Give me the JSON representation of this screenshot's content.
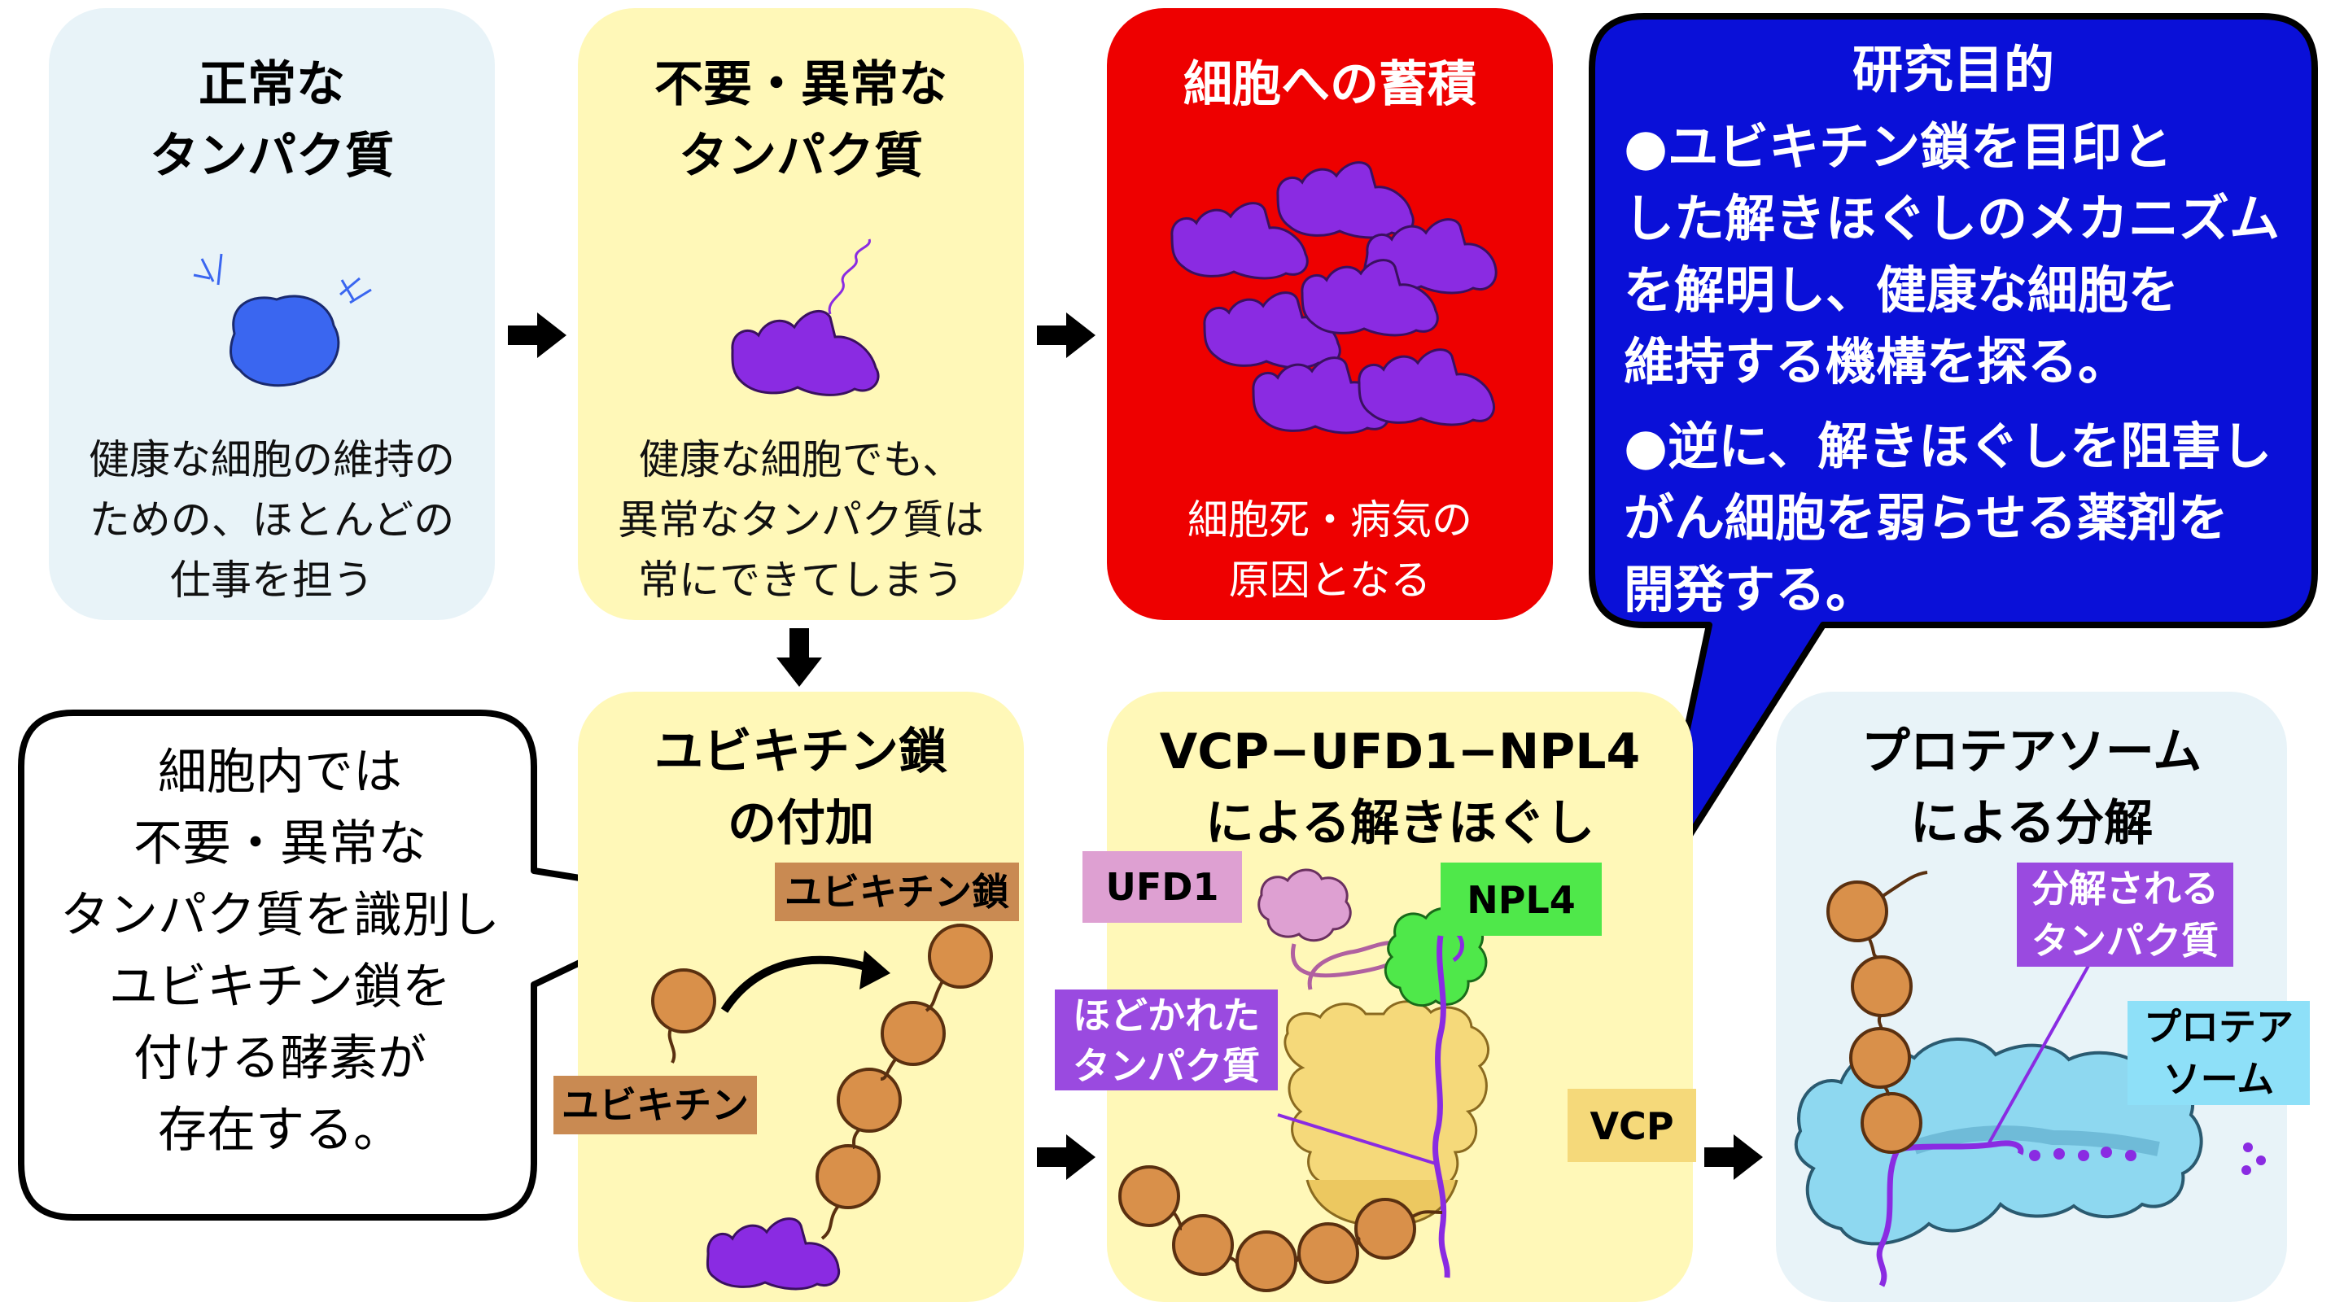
{
  "panels": {
    "normal": {
      "title": [
        "正常な",
        "タンパク質"
      ],
      "desc": [
        "健康な細胞の維持の",
        "ための、ほとんどの",
        "仕事を担う"
      ]
    },
    "abnormal": {
      "title": [
        "不要・異常な",
        "タンパク質"
      ],
      "desc": [
        "健康な細胞でも、",
        "異常なタンパク質は",
        "常にできてしまう"
      ]
    },
    "accumulation": {
      "title": "細胞への蓄積",
      "desc": [
        "細胞死・病気の",
        "原因となる"
      ]
    },
    "ubiquitination": {
      "title": [
        "ユビキチン鎖",
        "の付加"
      ],
      "labels": {
        "chain": "ユビキチン鎖",
        "ubiquitin": "ユビキチン"
      }
    },
    "unfolding": {
      "title": [
        "VCP−UFD1−NPL4",
        "による解きほぐし"
      ],
      "labels": {
        "ufd1": "UFD1",
        "npl4": "NPL4",
        "unfolded": [
          "ほどかれた",
          "タンパク質"
        ],
        "vcp": "VCP"
      }
    },
    "degradation": {
      "title": [
        "プロテアソーム",
        "による分解"
      ],
      "labels": {
        "degraded": [
          "分解される",
          "タンパク質"
        ],
        "proteasome": [
          "プロテア",
          "ソーム"
        ]
      }
    }
  },
  "enzyme_callout": [
    "細胞内では",
    "不要・異常な",
    "タンパク質を識別し",
    "ユビキチン鎖を",
    "付ける酵素が",
    "存在する。"
  ],
  "research_callout": {
    "title": "研究目的",
    "lines": [
      "●ユビキチン鎖を目印と",
      "した解きほぐしのメカニズム",
      "を解明し、健康な細胞を",
      "維持する機構を探る。",
      "●逆に、解きほぐしを阻害し",
      "がん細胞を弱らせる薬剤を",
      "開発する。"
    ]
  },
  "colors": {
    "normal_bg": "#e8f3f8",
    "yellow_bg": "#fff8b8",
    "red_bg": "#ee0000",
    "research_bg": "#0a10d8",
    "blue_protein": "#3a66f0",
    "purple_protein": "#8a2be2",
    "ubiquitin": "#d9904a",
    "ufd1": "#dea0d2",
    "npl4": "#4fe84a",
    "vcp": "#f5d97a",
    "proteasome": "#8ed8f0",
    "label_brown": "#c98a52",
    "label_purple": "#9a4ae0",
    "label_cyan": "#8ee0f8"
  }
}
